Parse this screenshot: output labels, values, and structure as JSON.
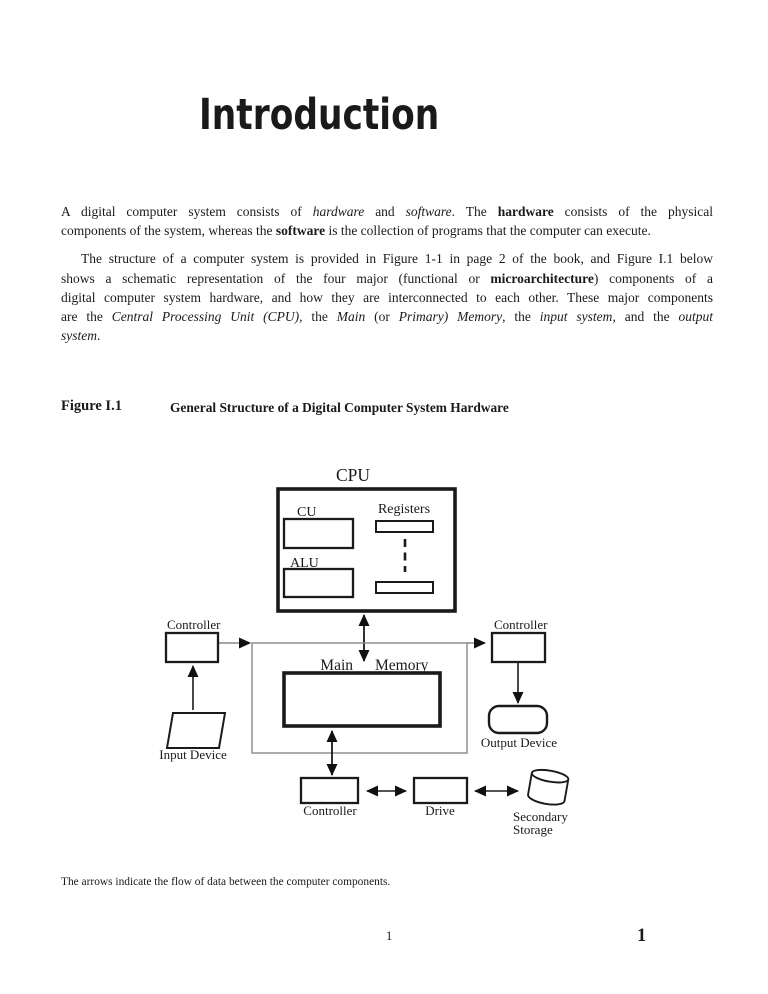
{
  "page": {
    "title": "Introduction",
    "page_number_center": "1",
    "page_number_corner": "1"
  },
  "paragraphs": [
    {
      "indent": false,
      "lines": [
        [
          {
            "t": "A digital computer system consists of "
          },
          {
            "t": "hardware",
            "i": 1
          },
          {
            "t": " and "
          },
          {
            "t": "software",
            "i": 1
          },
          {
            "t": ".  The "
          },
          {
            "t": "hardware",
            "b": 1
          },
          {
            "t": " consists of the physical"
          }
        ],
        [
          {
            "t": "components of the system, whereas the "
          },
          {
            "t": "software",
            "b": 1
          },
          {
            "t": " is the collection of programs that the computer can execute."
          }
        ]
      ]
    },
    {
      "indent": true,
      "lines": [
        [
          {
            "t": "The structure of a computer system is provided in Figure 1-1 in page 2 of the book, and Figure I.1 below"
          }
        ],
        [
          {
            "t": "shows a schematic representation of the four major (functional or "
          },
          {
            "t": "microarchitecture",
            "b": 1
          },
          {
            "t": ") components of a"
          }
        ],
        [
          {
            "t": "digital computer system hardware, and how they are interconnected to each other. These major components"
          }
        ],
        [
          {
            "t": "are the "
          },
          {
            "t": "Central Processing Unit (CPU)",
            "i": 1
          },
          {
            "t": ", the "
          },
          {
            "t": "Main",
            "i": 1
          },
          {
            "t": " (or "
          },
          {
            "t": "Primary) Memory",
            "i": 1
          },
          {
            "t": ", the "
          },
          {
            "t": "input system",
            "i": 1
          },
          {
            "t": ", and the "
          },
          {
            "t": "output",
            "i": 1
          }
        ],
        [
          {
            "t": "system",
            "i": 1
          },
          {
            "t": "."
          }
        ]
      ]
    }
  ],
  "figure": {
    "label": "Figure I.1",
    "caption": "General Structure of a Digital Computer System Hardware",
    "note": "The arrows indicate the flow of data between the computer components."
  },
  "diagram": {
    "cpu": "CPU",
    "cu": "CU",
    "alu": "ALU",
    "registers": "Registers",
    "controller_left": "Controller",
    "controller_right": "Controller",
    "controller_bottom": "Controller",
    "main": "Main",
    "memory": "Memory",
    "input_device": "Input Device",
    "output_device": "Output Device",
    "drive": "Drive",
    "secondary_line1": "Secondary",
    "secondary_line2": "Storage"
  },
  "colors": {
    "ink": "#1a1a1a",
    "bus_line": "#888888",
    "background": "#ffffff"
  }
}
